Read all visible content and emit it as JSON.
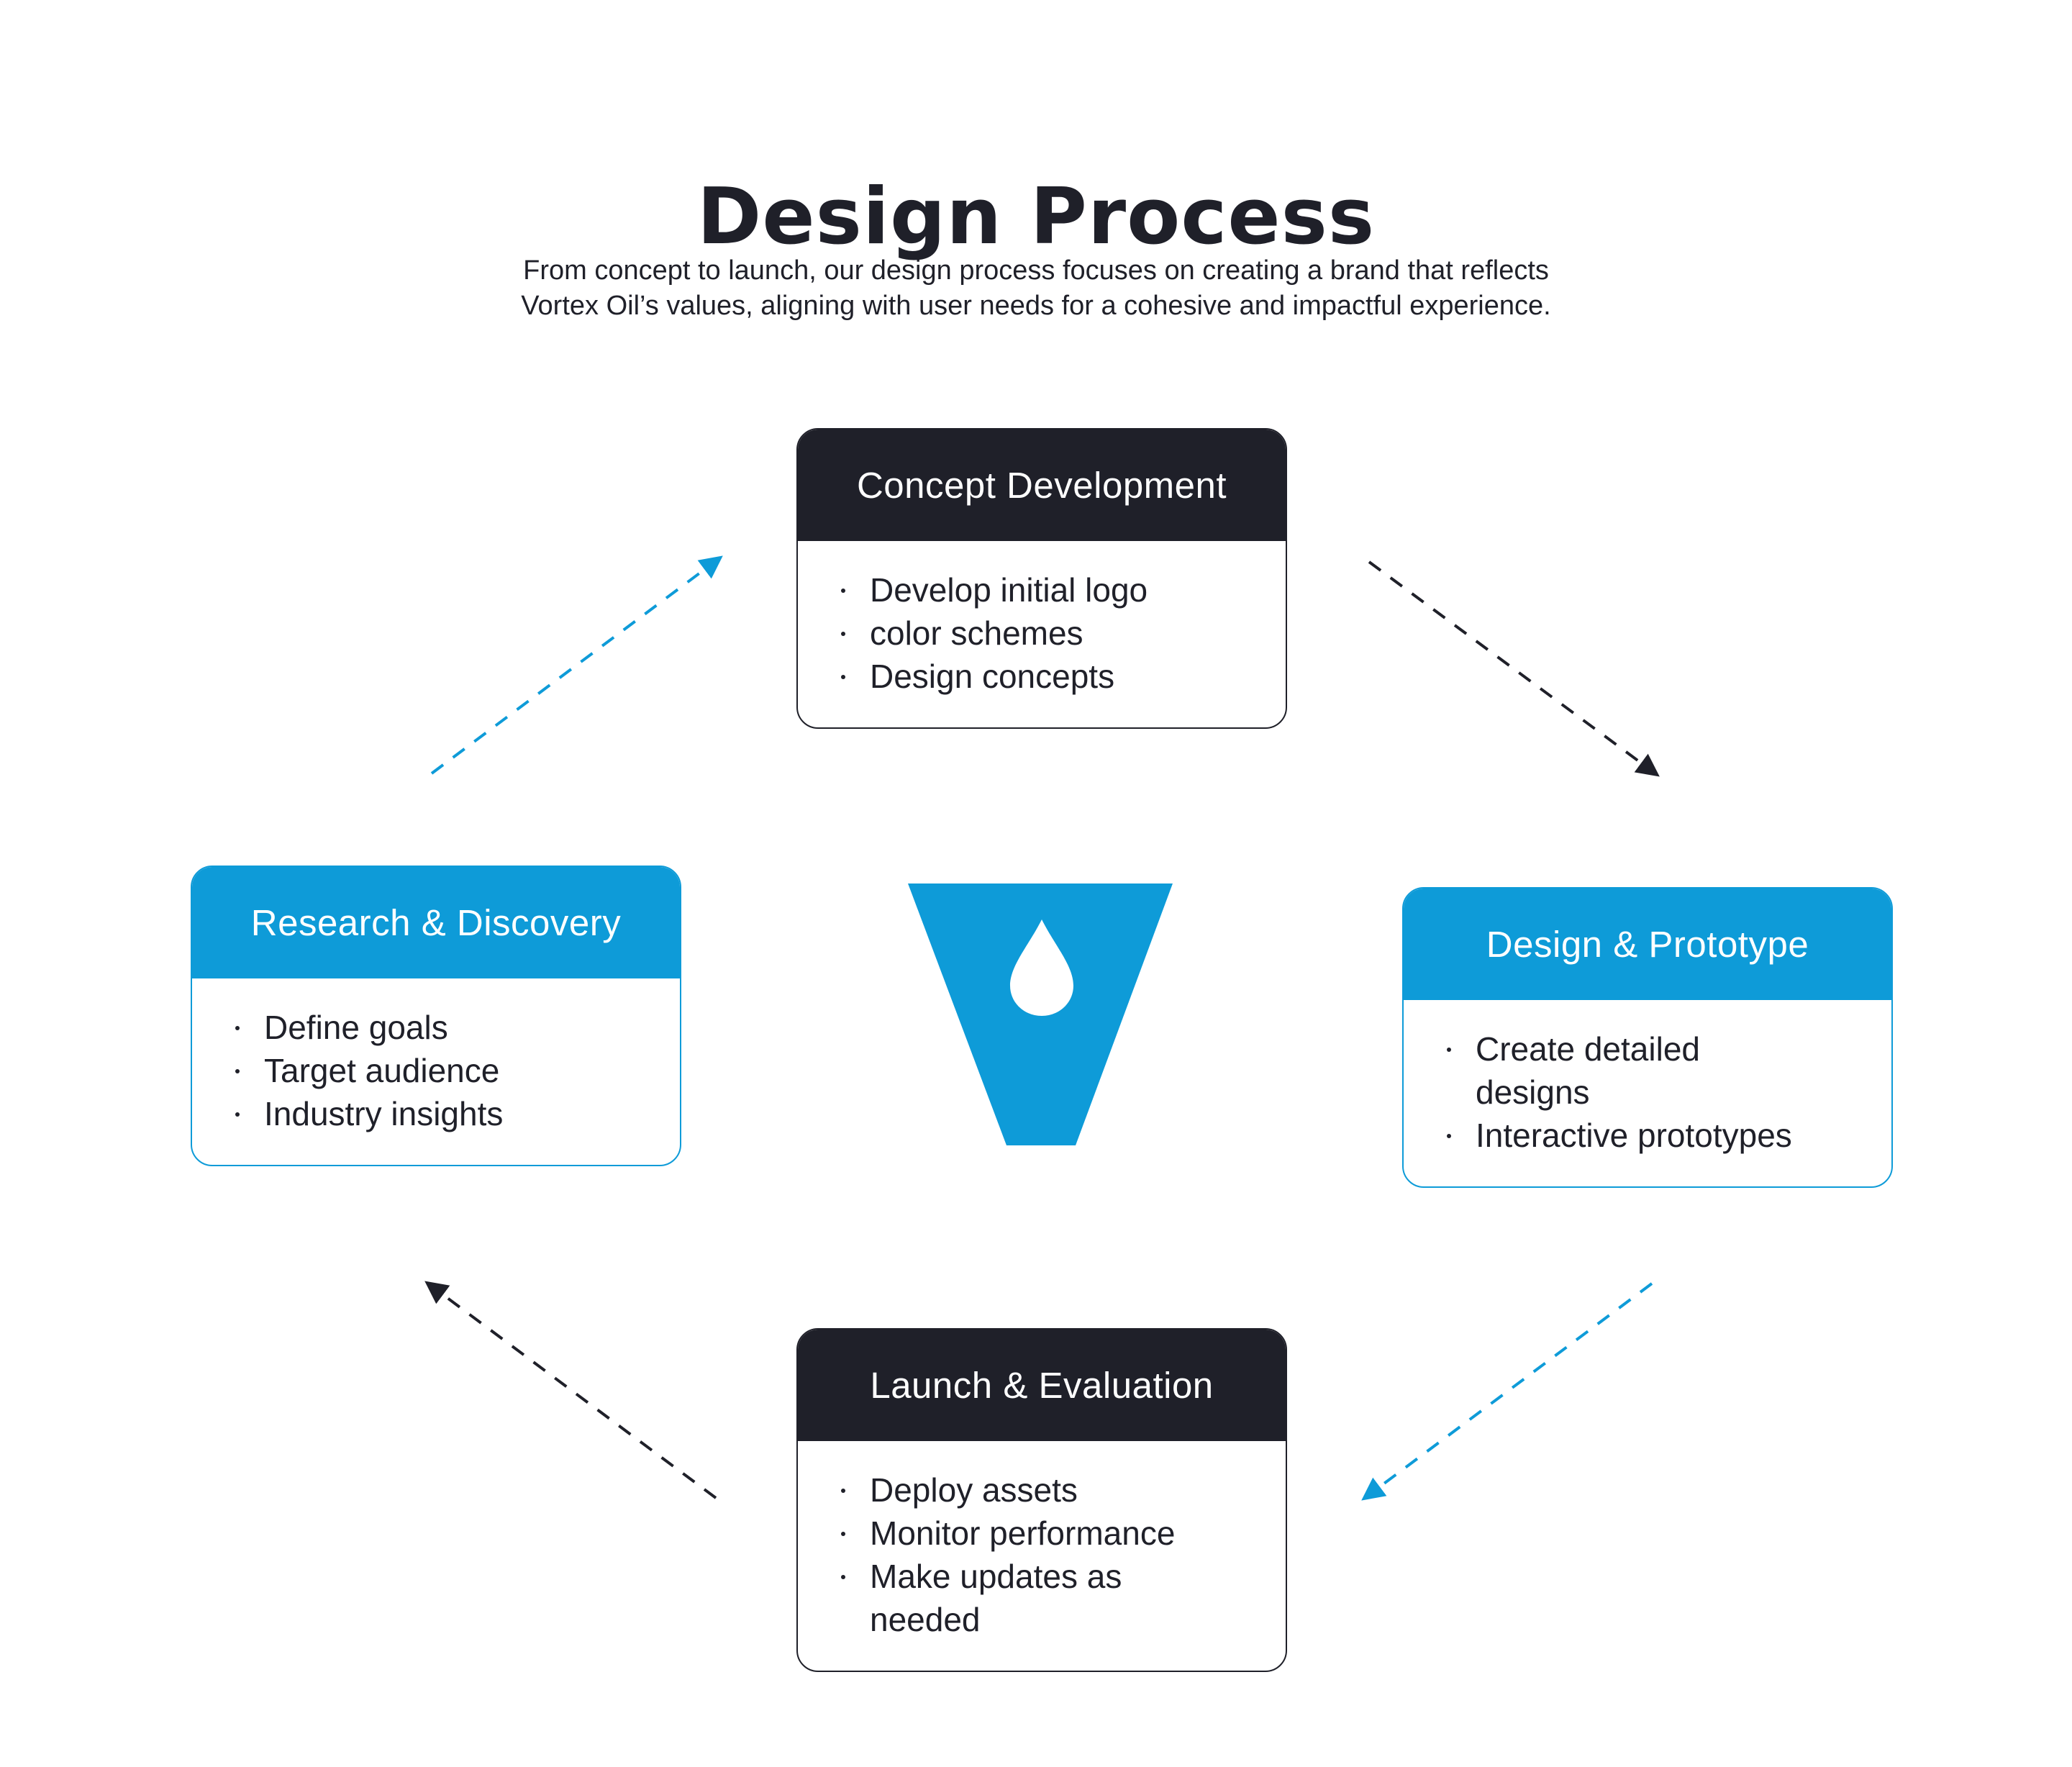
{
  "header": {
    "title": "Design Process",
    "subtitle_line1": "From concept to launch, our design process focuses on creating a brand that reflects",
    "subtitle_line2": "Vortex Oil’s values, aligning with user needs for a cohesive and impactful experience."
  },
  "steps": [
    {
      "title": "Concept Development",
      "style": "dark",
      "items": [
        "Develop initial logo",
        "color schemes",
        "Design concepts"
      ]
    },
    {
      "title": "Design & Prototype",
      "style": "blue",
      "items": [
        "Create detailed designs",
        "Interactive prototypes"
      ]
    },
    {
      "title": "Launch & Evaluation",
      "style": "dark",
      "items": [
        "Deploy assets",
        "Monitor performance",
        "Make updates as needed"
      ]
    },
    {
      "title": "Research & Discovery",
      "style": "blue",
      "items": [
        "Define goals",
        "Target audience",
        "Industry insights"
      ]
    }
  ],
  "logo": {
    "icon": "vortex-drop-logo-icon",
    "color": "#0e9bd8"
  },
  "colors": {
    "dark": "#1f2029",
    "accent": "#0e9bd8",
    "background": "#ffffff"
  },
  "connectors": [
    {
      "from": "Research & Discovery",
      "to": "Concept Development",
      "color": "accent",
      "style": "dashed"
    },
    {
      "from": "Concept Development",
      "to": "Design & Prototype",
      "color": "dark",
      "style": "dashed"
    },
    {
      "from": "Design & Prototype",
      "to": "Launch & Evaluation",
      "color": "accent",
      "style": "dashed"
    },
    {
      "from": "Launch & Evaluation",
      "to": "Research & Discovery",
      "color": "dark",
      "style": "dashed"
    }
  ]
}
